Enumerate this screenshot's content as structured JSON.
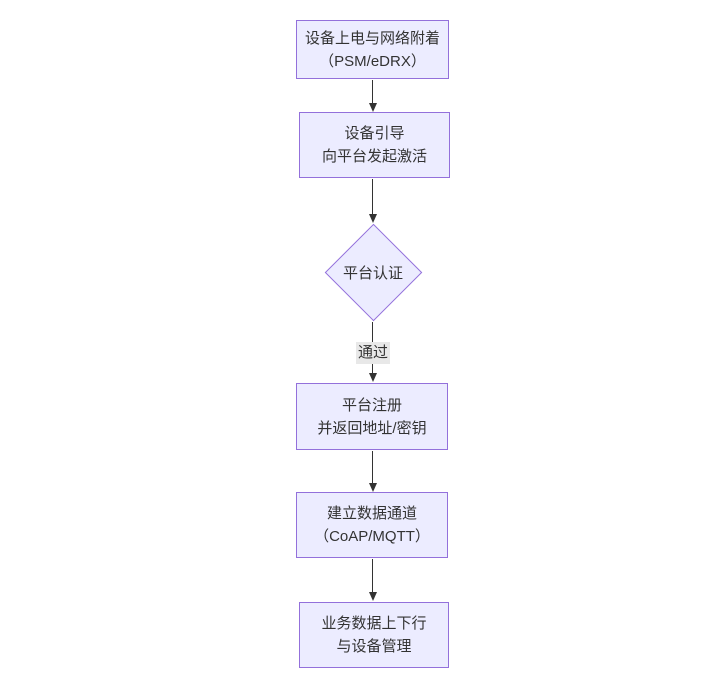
{
  "diagram": {
    "type": "flowchart-vertical",
    "background_color": "#ffffff",
    "node_fill_color": "#ECECFF",
    "node_border_color": "#9370DB",
    "text_color": "#333333",
    "arrow_color": "#333333",
    "edge_label_background": "#e8e8e8",
    "nodes": [
      {
        "id": "A",
        "shape": "rect",
        "lines": [
          "设备上电与网络附着",
          "（PSM/eDRX）"
        ]
      },
      {
        "id": "B",
        "shape": "rect",
        "lines": [
          "设备引导",
          "向平台发起激活"
        ]
      },
      {
        "id": "C",
        "shape": "diamond",
        "lines": [
          "平台认证"
        ]
      },
      {
        "id": "D",
        "shape": "rect",
        "lines": [
          "平台注册",
          "并返回地址/密钥"
        ]
      },
      {
        "id": "E",
        "shape": "rect",
        "lines": [
          "建立数据通道",
          "（CoAP/MQTT）"
        ]
      },
      {
        "id": "F",
        "shape": "rect",
        "lines": [
          "业务数据上下行",
          "与设备管理"
        ]
      }
    ],
    "edges": [
      {
        "from": "A",
        "to": "B",
        "label": ""
      },
      {
        "from": "B",
        "to": "C",
        "label": ""
      },
      {
        "from": "C",
        "to": "D",
        "label": "通过"
      },
      {
        "from": "D",
        "to": "E",
        "label": ""
      },
      {
        "from": "E",
        "to": "F",
        "label": ""
      }
    ]
  }
}
